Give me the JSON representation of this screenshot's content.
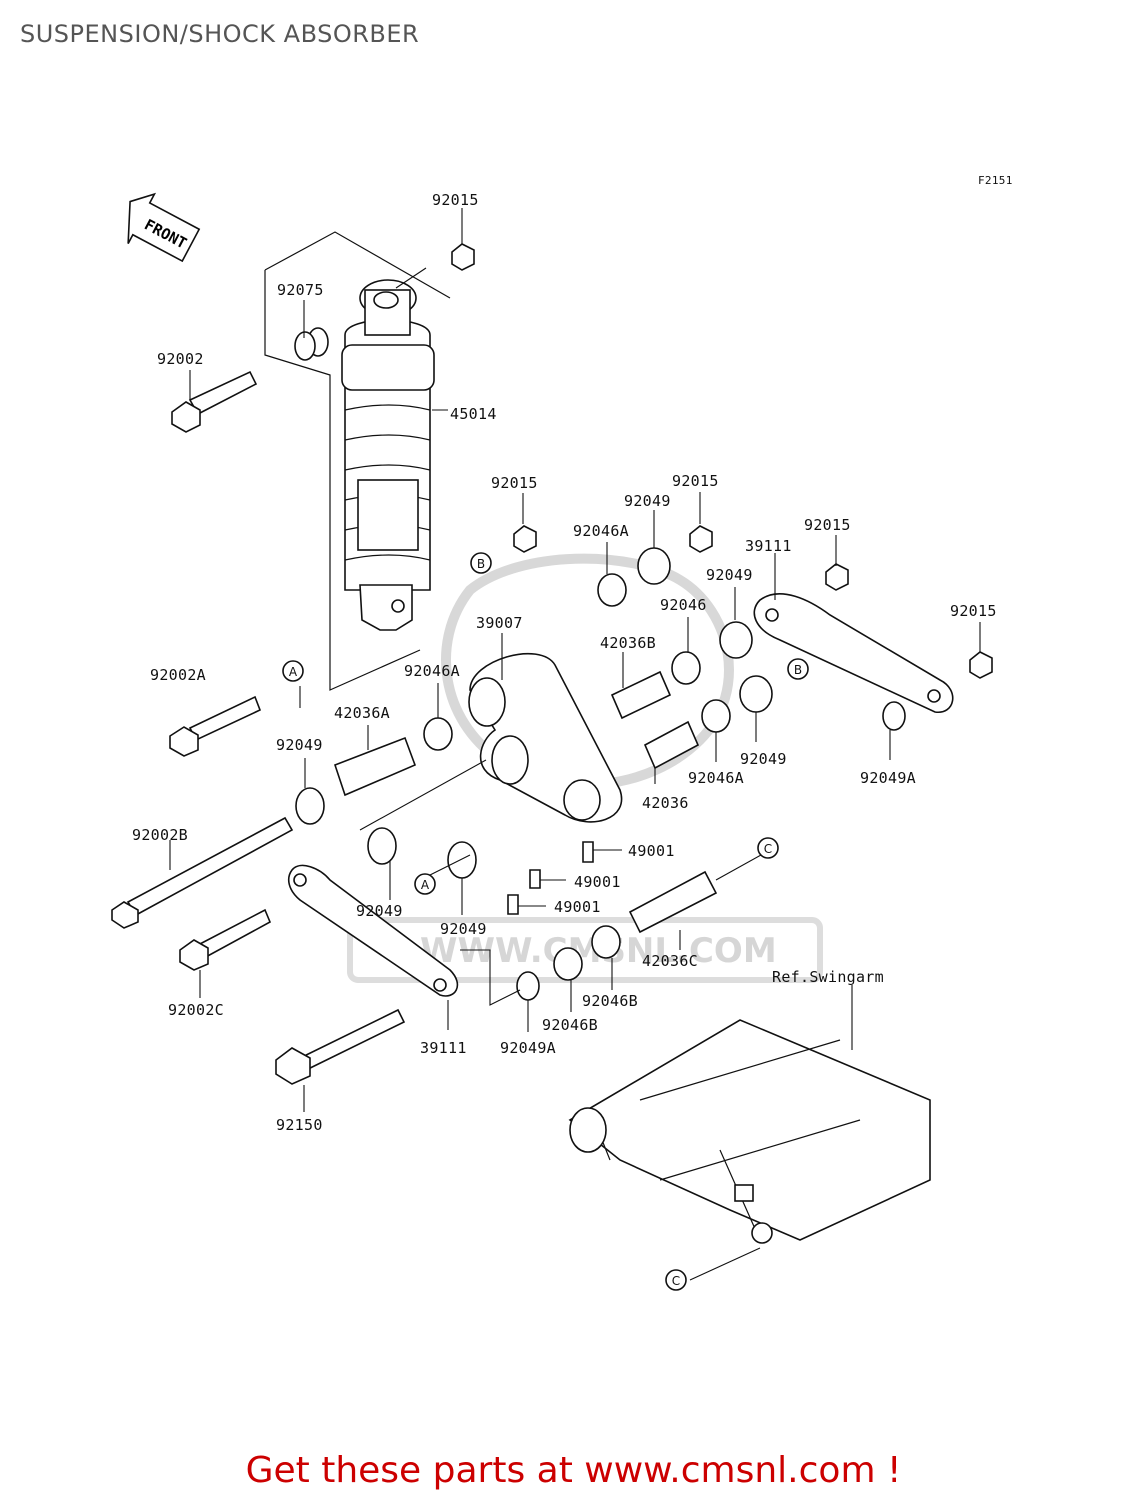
{
  "page": {
    "title": "SUSPENSION/SHOCK ABSORBER"
  },
  "diagram": {
    "figure_code": "F2151",
    "front_label": "FRONT",
    "reference": "Ref.Swingarm",
    "watermark": "WWW.CMSNL.COM",
    "parts": [
      "92015",
      "92075",
      "92002",
      "45014",
      "92015",
      "92049",
      "92015",
      "92046A",
      "39111",
      "92015",
      "92049",
      "92046",
      "39007",
      "42036B",
      "92015",
      "92002A",
      "92046A",
      "42036A",
      "92049",
      "92049",
      "92046A",
      "92049A",
      "42036",
      "92002B",
      "49001",
      "49001",
      "92049",
      "92049",
      "49001",
      "42036C",
      "92002C",
      "92046B",
      "92046B",
      "39111",
      "92049A",
      "92150"
    ],
    "connectors": [
      "A",
      "B",
      "A",
      "B",
      "C",
      "C"
    ]
  },
  "footer": {
    "promo": "Get these parts at www.cmsnl.com !"
  }
}
